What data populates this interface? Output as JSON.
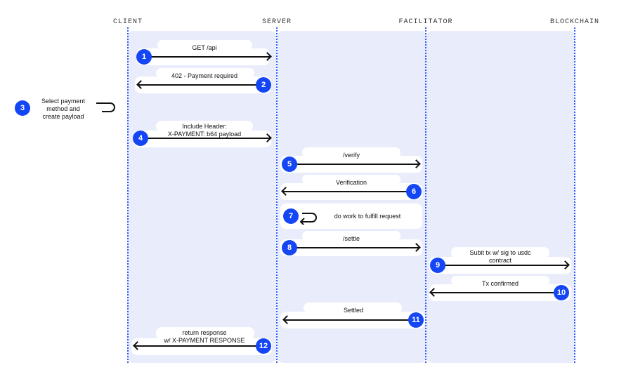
{
  "lanes": {
    "client": "CLIENT",
    "server": "SERVER",
    "facilitator": "FACILITATOR",
    "blockchain": "BLOCKCHAIN"
  },
  "steps": [
    {
      "num": "1",
      "label": "GET /api"
    },
    {
      "num": "2",
      "label": "402 - Payment required"
    },
    {
      "num": "3",
      "label": "Select payment\nmethod and\ncreate payload"
    },
    {
      "num": "4",
      "label": "Include Header:\nX-PAYMENT: b64 payload"
    },
    {
      "num": "5",
      "label": "/verify"
    },
    {
      "num": "6",
      "label": "Verification"
    },
    {
      "num": "7",
      "label": "do work to fulfill request"
    },
    {
      "num": "8",
      "label": "/settle"
    },
    {
      "num": "9",
      "label": "Subit tx w/ sig to usdc\ncontract"
    },
    {
      "num": "10",
      "label": "Tx confirmed"
    },
    {
      "num": "11",
      "label": "Settled"
    },
    {
      "num": "12",
      "label": "return response\nw/ X-PAYMENT RESPONSE"
    }
  ],
  "colors": {
    "accent": "#1546f5",
    "lane": "#e9edfb",
    "lifeline": "#2f5bff"
  }
}
